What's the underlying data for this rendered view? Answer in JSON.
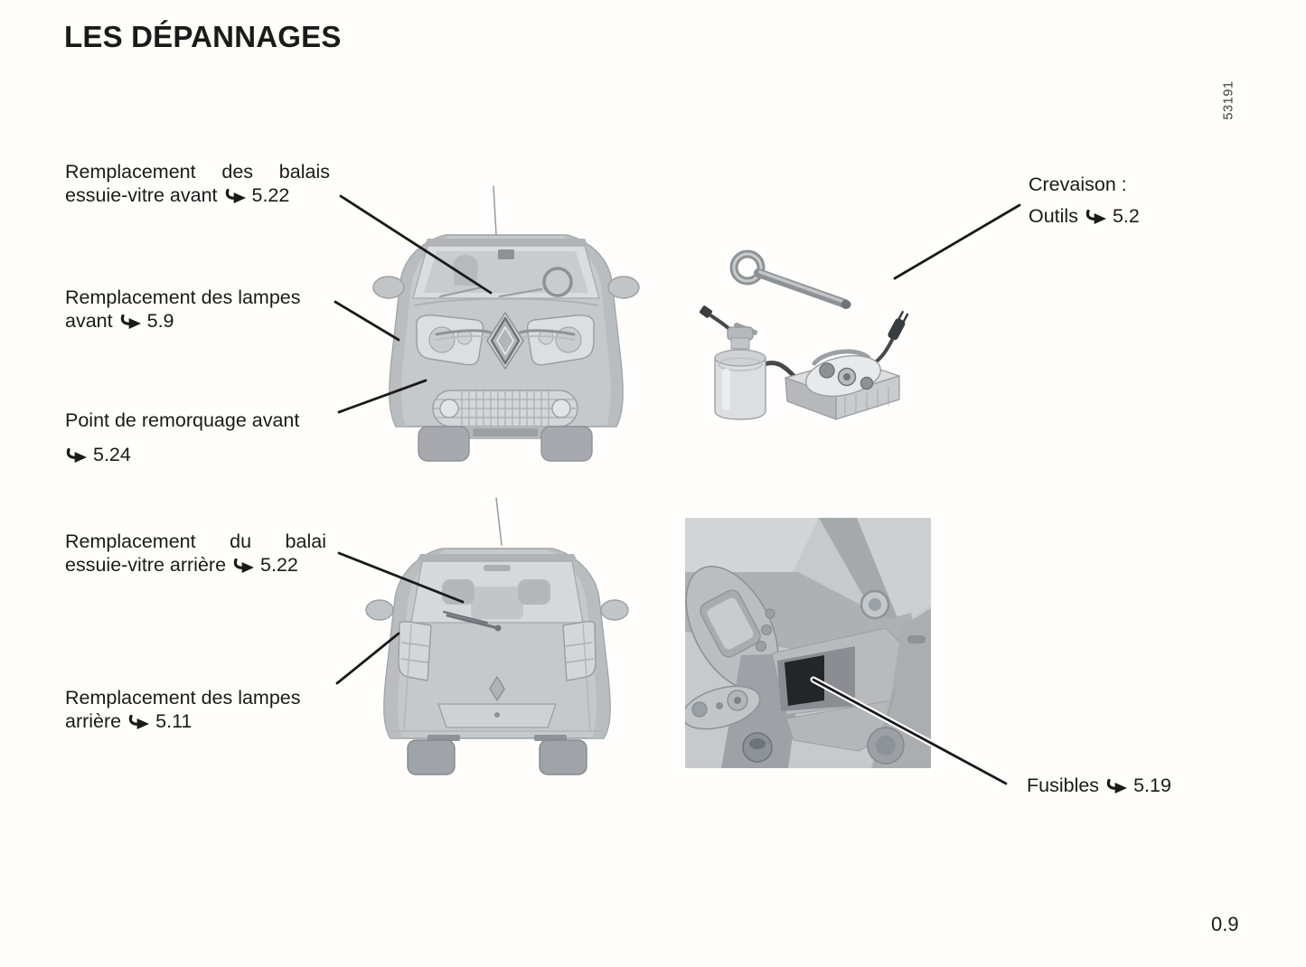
{
  "page": {
    "title": "LES DÉPANNAGES",
    "figure_id": "53191",
    "page_number": "0.9"
  },
  "callouts": {
    "front_wiper": {
      "line1": "Remplacement des balais",
      "line2": "essuie-vitre avant",
      "ref": "5.22"
    },
    "front_lamps": {
      "line1": "Remplacement des lampes",
      "line2": "avant",
      "ref": "5.9"
    },
    "front_towing": {
      "line1": "Point de remorquage avant",
      "ref": "5.24"
    },
    "rear_wiper": {
      "line1": "Remplacement du balai",
      "line2": "essuie-vitre arrière",
      "ref": "5.22"
    },
    "rear_lamps": {
      "line1": "Remplacement des lampes",
      "line2": "arrière",
      "ref": "5.11"
    },
    "puncture": {
      "line1": "Crevaison :",
      "line2": "Outils",
      "ref": "5.2"
    },
    "fuses": {
      "line1": "Fusibles",
      "ref": "5.19"
    }
  },
  "icons": {
    "reference_arrow": "➥"
  },
  "colors": {
    "text": "#1a1a1a",
    "paper": "#fffefc",
    "leader_line": "#1a1a1a",
    "car_body_gray": "#c6c9cc",
    "photo_background": "#c7c9cb",
    "fusebox_dark": "#232527"
  }
}
